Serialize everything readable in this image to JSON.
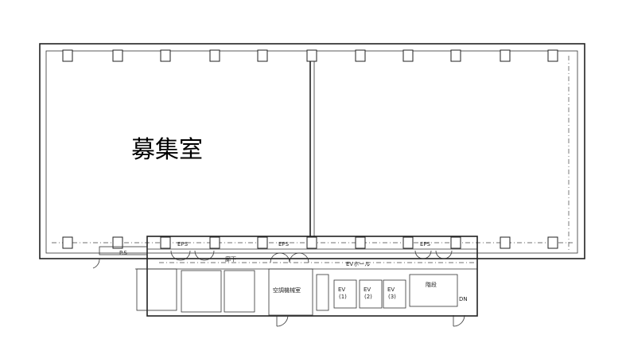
{
  "room_label": "募集室",
  "labels": {
    "ps": "P.S",
    "eps": "EPS",
    "corridor": "廊下",
    "ev_hall": "EVホール",
    "machine_room": "空調機械室",
    "ev": "EV",
    "ev1": "(1)",
    "ev2": "(2)",
    "ev3": "(3)",
    "stairs": "階段",
    "dn": "DN"
  }
}
